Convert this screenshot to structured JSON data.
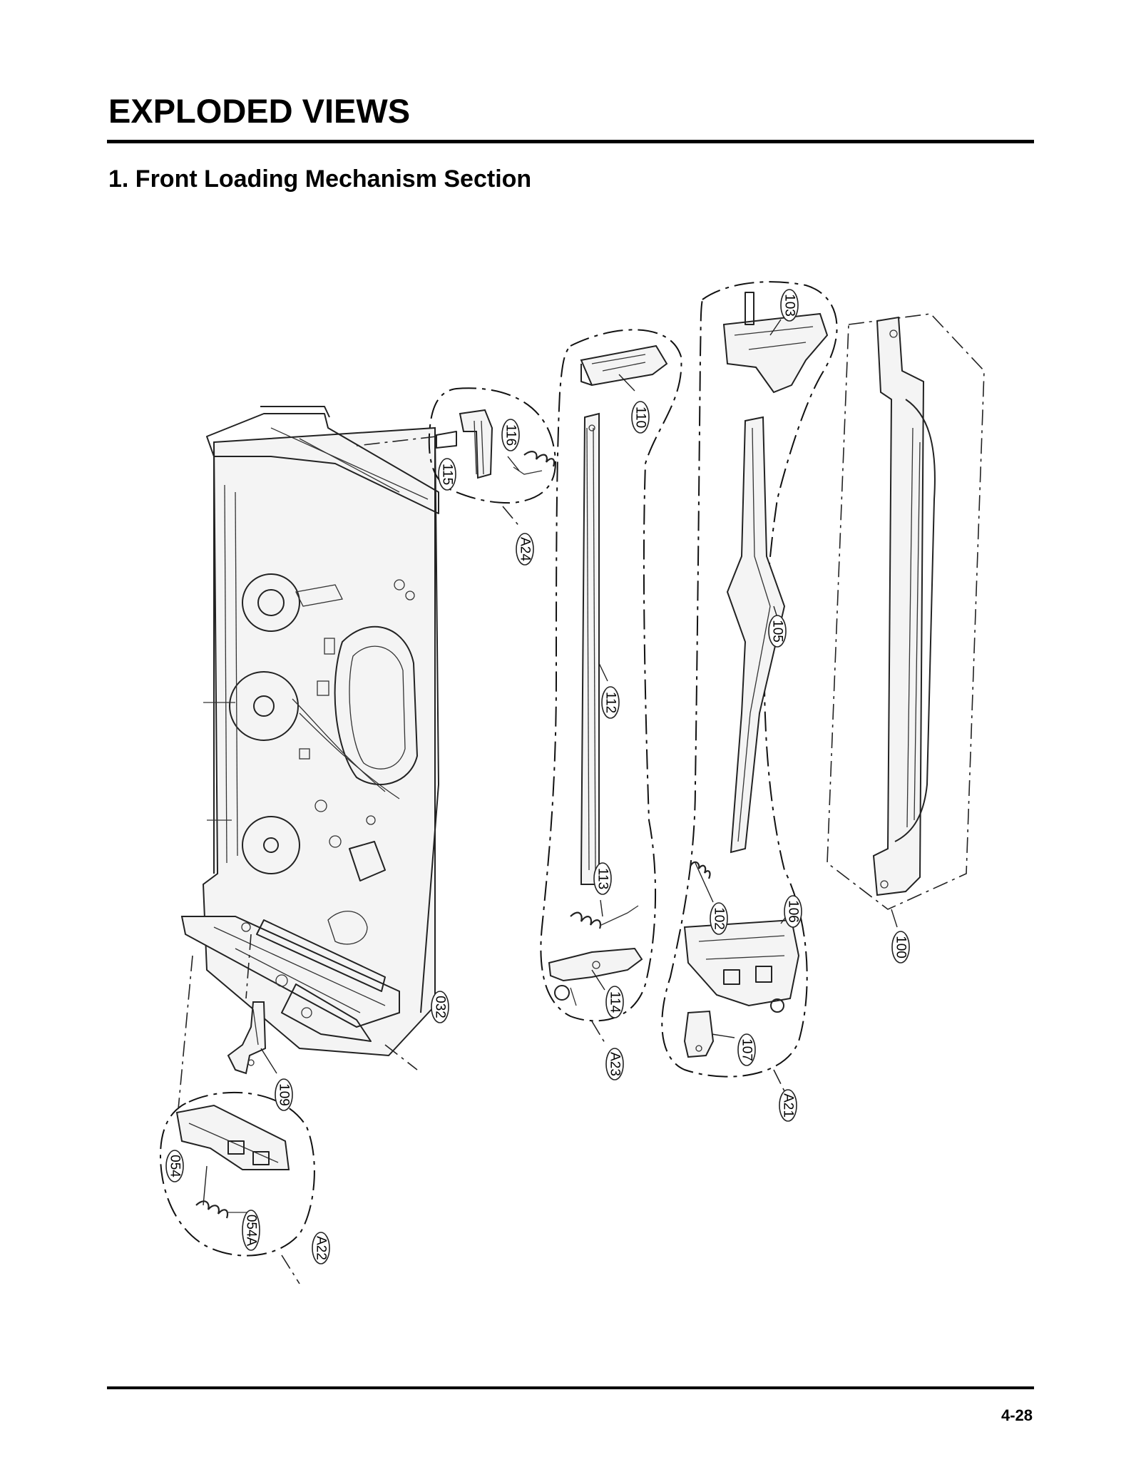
{
  "header": {
    "title": "EXPLODED VIEWS",
    "section": "1. Front Loading Mechanism Section"
  },
  "callouts": {
    "c100": "100",
    "c102": "102",
    "c103": "103",
    "c105": "105",
    "c106": "106",
    "c107": "107",
    "c109": "109",
    "c110": "110",
    "c112": "112",
    "c113": "113",
    "c114": "114",
    "c115": "115",
    "c116": "116",
    "c032": "032",
    "c054": "054",
    "c054A": "054A",
    "cA21": "A21",
    "cA22": "A22",
    "cA23": "A23",
    "cA24": "A24"
  },
  "footer": {
    "page_number": "4-28"
  }
}
